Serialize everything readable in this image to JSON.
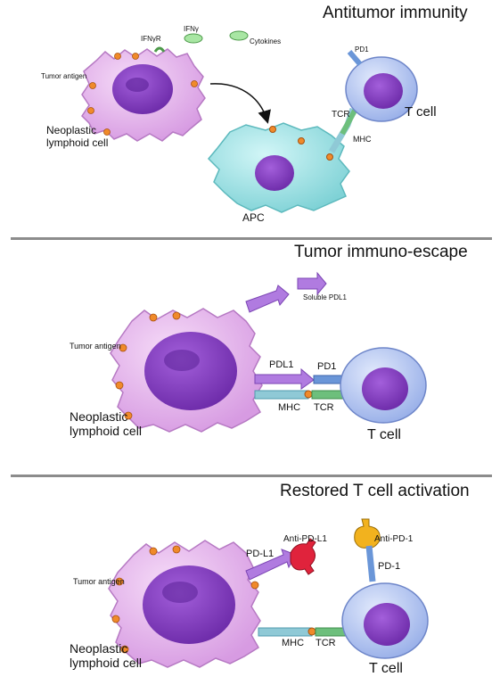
{
  "panels": {
    "p1": {
      "title": "Antitumor immunity",
      "ifngr": "IFNγR",
      "ifng": "IFNγ",
      "cytokines": "Cytokines",
      "tumor_antigen": "Tumor antigen",
      "neoplastic_line1": "Neoplastic",
      "neoplastic_line2": "lymphoid cell",
      "apc": "APC",
      "pd1": "PD1",
      "tcr": "TCR",
      "mhc": "MHC",
      "tcell": "T cell"
    },
    "p2": {
      "title": "Tumor immuno-escape",
      "soluble_pdl1": "Soluble PDL1",
      "tumor_antigen": "Tumor antigen",
      "neoplastic_line1": "Neoplastic",
      "neoplastic_line2": "lymphoid cell",
      "pdl1": "PDL1",
      "pd1": "PD1",
      "mhc": "MHC",
      "tcr": "TCR",
      "tcell": "T cell"
    },
    "p3": {
      "title": "Restored T cell activation",
      "tumor_antigen": "Tumor antigen",
      "neoplastic_line1": "Neoplastic",
      "neoplastic_line2": "lymphoid cell",
      "pdl1": "PD-L1",
      "anti_pdl1": "Anti-PD-L1",
      "anti_pd1": "Anti-PD-1",
      "pd1": "PD-1",
      "mhc": "MHC",
      "tcr": "TCR",
      "tcell": "T cell"
    }
  },
  "colors": {
    "tumor_membrane": "#e9b6ef",
    "tumor_nucleus": "#8a3fc4",
    "apc_membrane": "#9fe3e6",
    "tcell_membrane": "#b9c9f4",
    "antigen": "#f08a2a",
    "pdl1": "#b07be0",
    "pd1": "#6a96d8",
    "mhc": "#8fc9d6",
    "tcr": "#6dbf7c",
    "anti_pdl1": "#e0233c",
    "anti_pd1": "#f2b21e",
    "divider": "#8c8c8c"
  }
}
